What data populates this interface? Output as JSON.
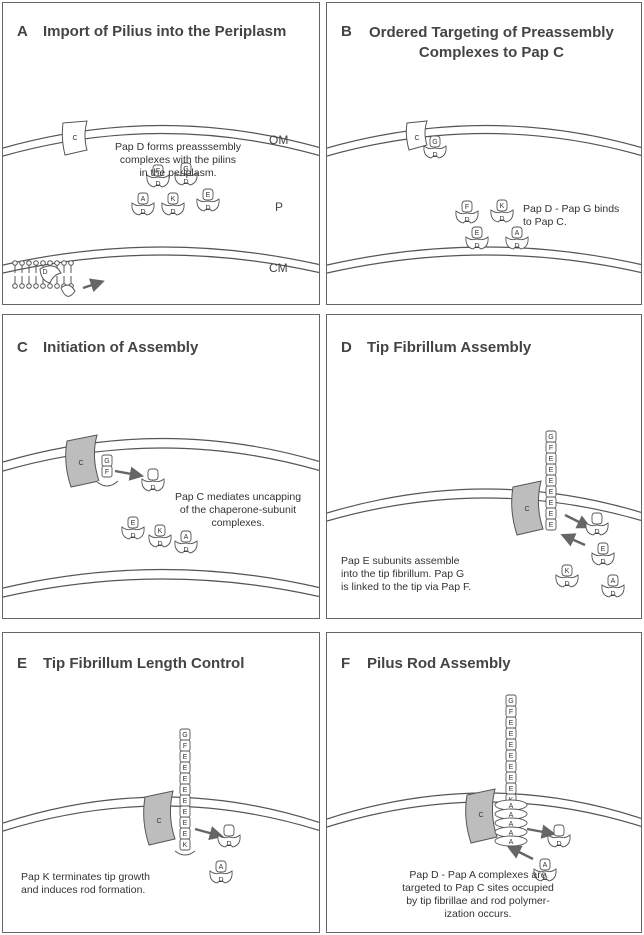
{
  "panels": [
    {
      "letter": "A",
      "title": "Import of Pilius into the Periplasm",
      "caption": [
        "Pap D forms preasssembly",
        "complexes with the pilins",
        "in the periplasm."
      ],
      "labels": {
        "om": "OM",
        "p": "P",
        "cm": "CM"
      }
    },
    {
      "letter": "B",
      "title": "Ordered Targeting of Preassembly",
      "title2": "Complexes to Pap C",
      "caption": [
        "Pap D - Pap G binds",
        "to Pap C."
      ]
    },
    {
      "letter": "C",
      "title": "Initiation of Assembly",
      "caption": [
        "Pap C mediates uncapping",
        "of the chaperone-subunit",
        "complexes."
      ]
    },
    {
      "letter": "D",
      "title": "Tip Fibrillum Assembly",
      "caption": [
        "Pap E subunits assemble",
        "into the tip  fibrillum. Pap G",
        "is linked to the tip via Pap F."
      ]
    },
    {
      "letter": "E",
      "title": "Tip Fibrillum Length Control",
      "caption": [
        "Pap K terminates tip growth",
        "and induces rod formation."
      ]
    },
    {
      "letter": "F",
      "title": "Pilus Rod Assembly",
      "caption": [
        "Pap D - Pap A complexes are",
        "targeted to Pap C sites occupied",
        "by tip fibrillae and rod polymer-",
        "ization occurs."
      ]
    }
  ],
  "protein_labels": {
    "usher": "C",
    "chaperone": "D",
    "adhesin": "G",
    "adaptor": "F",
    "tip": "E",
    "terminator": "K",
    "rod": "A"
  },
  "colors": {
    "usher_fill": "#bdbdbd",
    "line": "#555555",
    "arrow": "#666666"
  }
}
